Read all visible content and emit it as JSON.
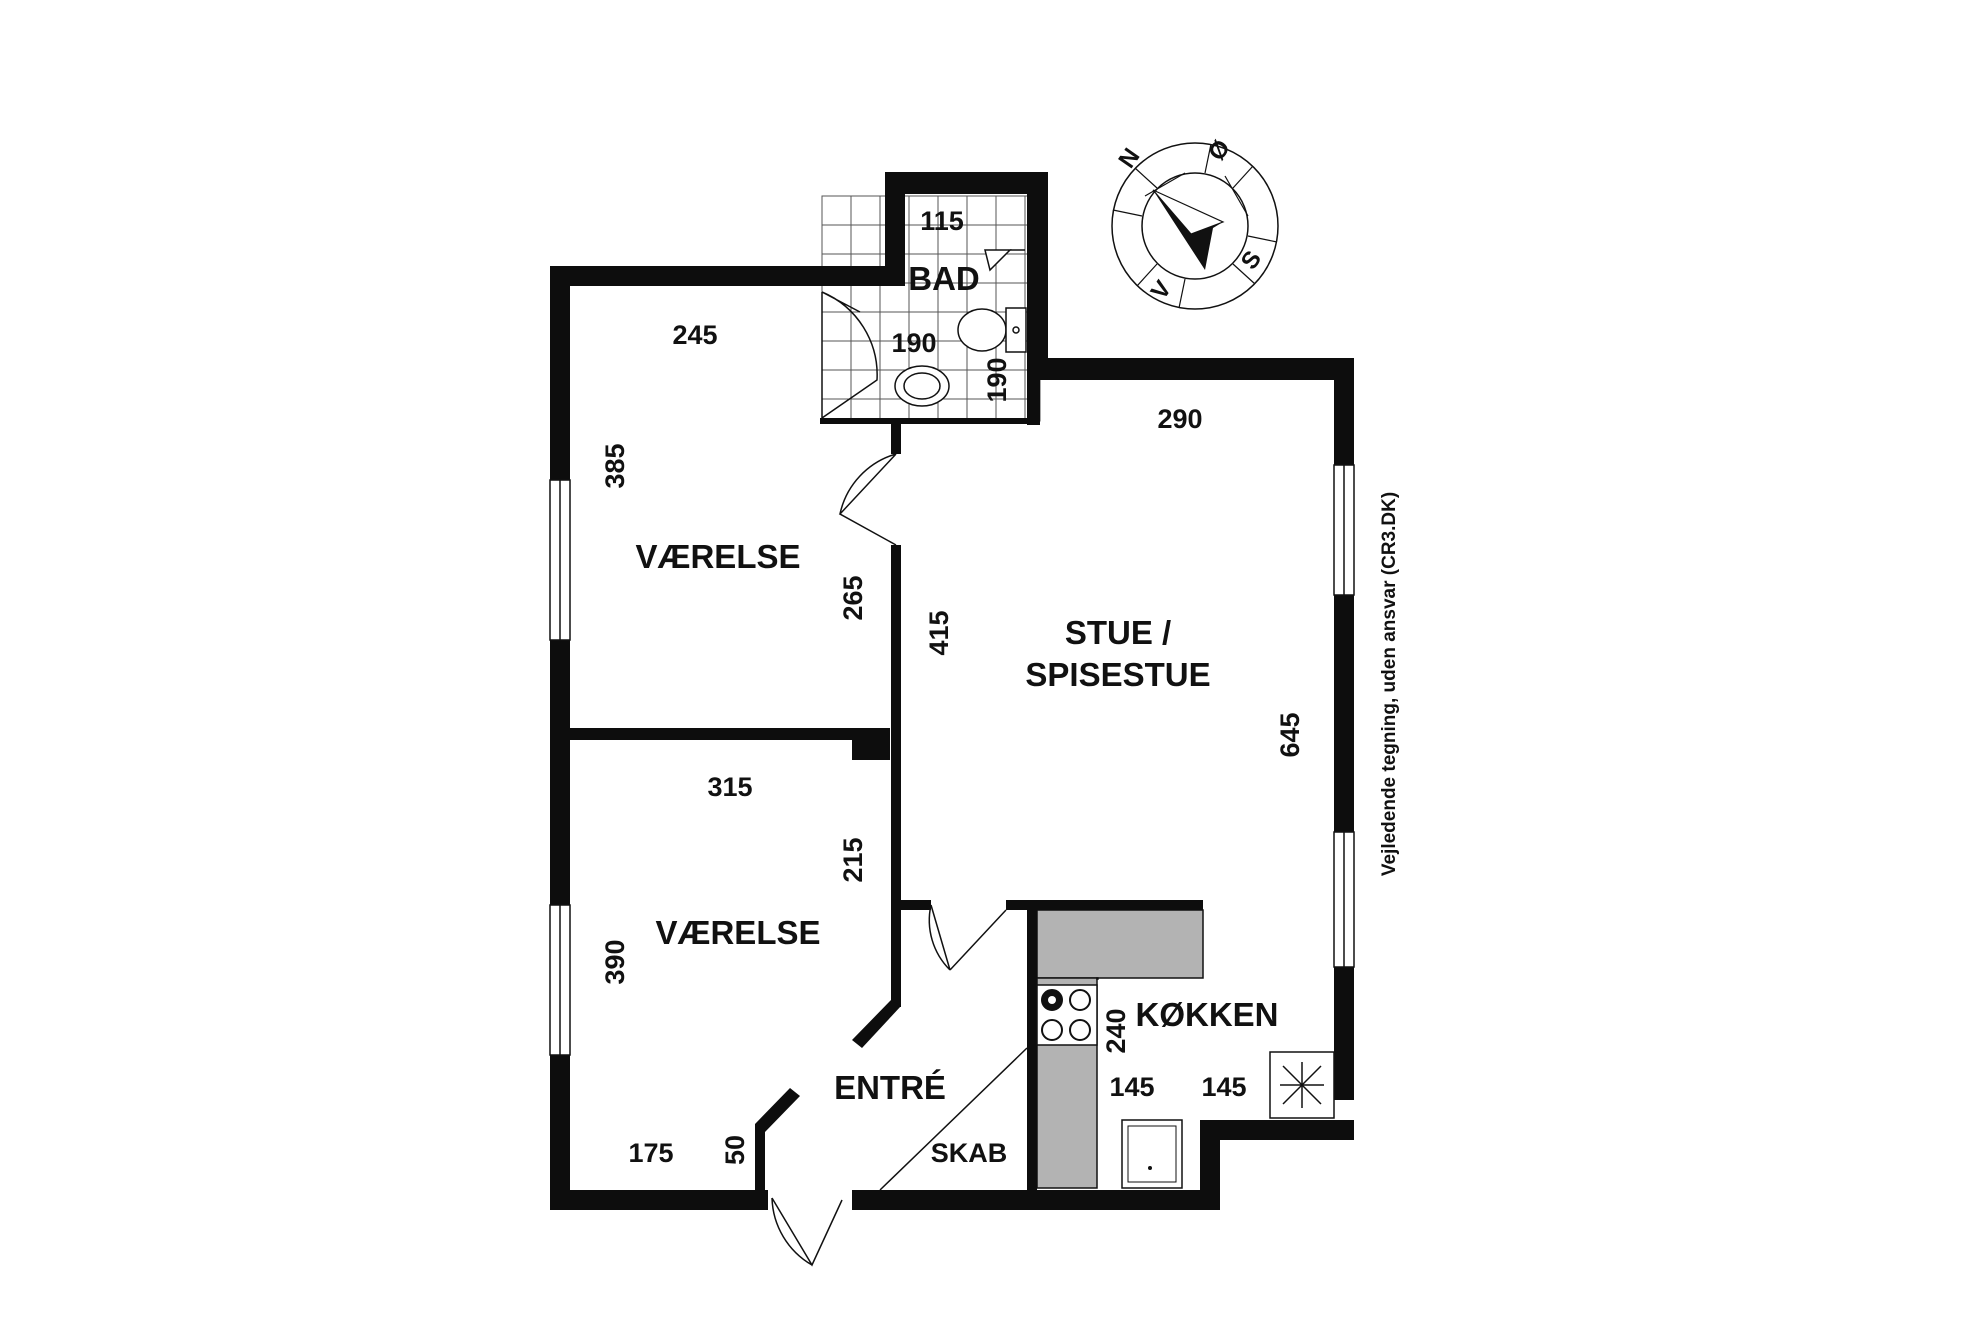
{
  "colors": {
    "wall": "#0d0d0d",
    "kitchen_counter": "#b3b3b3",
    "background": "#ffffff"
  },
  "rooms": {
    "bath": "BAD",
    "bedroom_top": "VÆRELSE",
    "bedroom_bottom": "VÆRELSE",
    "living_line1": "STUE /",
    "living_line2": "SPISESTUE",
    "kitchen": "KØKKEN",
    "hall": "ENTRÉ",
    "closet": "SKAB"
  },
  "dimensions": {
    "bath_width": "115",
    "bath_inner_width": "190",
    "bath_side": "190",
    "bedroom_top_width": "245",
    "bedroom_top_height": "385",
    "bedroom_top_door_side": "265",
    "living_width": "290",
    "living_inner": "415",
    "living_height": "645",
    "bedroom_bottom_width": "315",
    "bedroom_bottom_side": "215",
    "bedroom_bottom_height": "390",
    "hall_width": "175",
    "hall_step": "50",
    "kitchen_side": "240",
    "kitchen_width_a": "145",
    "kitchen_width_b": "145"
  },
  "compass": {
    "north": "N",
    "east": "Ø",
    "south": "S",
    "west": "V"
  },
  "disclaimer": "Vejledende tegning, uden ansvar (CR3.DK)"
}
